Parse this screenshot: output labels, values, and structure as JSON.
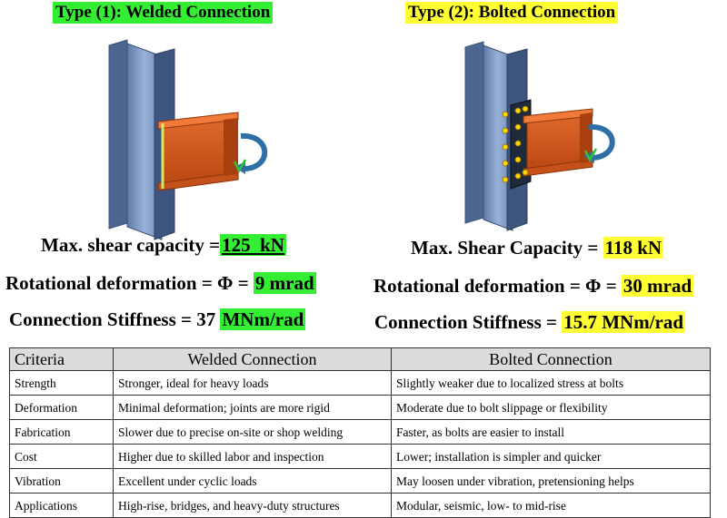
{
  "colors": {
    "green_highlight": "#33ee33",
    "yellow_highlight": "#ffff33",
    "column_steel": "#7f9ac5",
    "beam_steel": "#d35a1f",
    "bolt": "#ffd400",
    "arrow": "#2f6fa8"
  },
  "type1": {
    "title": "Type (1): Welded Connection",
    "shear_label": "Max. shear capacity =",
    "shear_value": "125  kN",
    "rotation_label": "Rotational deformation = Φ =",
    "rotation_value": "9 mrad",
    "stiffness_label": "Connection Stiffness = 37",
    "stiffness_value": "MNm/rad"
  },
  "type2": {
    "title": "Type (2): Bolted Connection",
    "shear_label": "Max. Shear Capacity =",
    "shear_value": "118 kN",
    "rotation_label": "Rotational deformation = Φ =",
    "rotation_value": "30 mrad",
    "stiffness_label": "Connection Stiffness =",
    "stiffness_value": "15.7 MNm/rad"
  },
  "table": {
    "headers": [
      "Criteria",
      "Welded Connection",
      "Bolted Connection"
    ],
    "rows": [
      [
        "Strength",
        "Stronger, ideal for heavy loads",
        "Slightly weaker due to localized stress at bolts"
      ],
      [
        "Deformation",
        "Minimal deformation; joints are more rigid",
        "Moderate due to bolt slippage or flexibility"
      ],
      [
        "Fabrication",
        "Slower due to precise on-site or shop welding",
        "Faster, as bolts are easier to install"
      ],
      [
        "Cost",
        "Higher due to skilled labor and inspection",
        "Lower; installation is simpler and quicker"
      ],
      [
        "Vibration",
        "Excellent under cyclic loads",
        "May loosen under vibration, pretensioning helps"
      ],
      [
        "Applications",
        "High-rise, bridges, and heavy-duty structures",
        "Modular, seismic, low- to mid-rise"
      ]
    ]
  }
}
